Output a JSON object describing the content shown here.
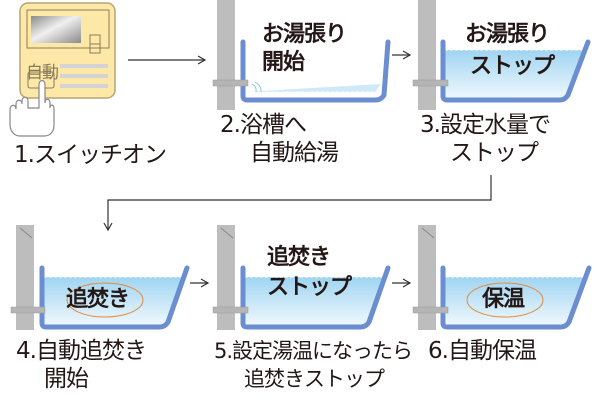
{
  "colors": {
    "tub_outline": "#6b8ed1",
    "water_top": "#9fd4f2",
    "water_bottom": "#eaf6fd",
    "wall": "#bdbdbd",
    "pipe": "#b5b5b5",
    "panel": "#fde8a8",
    "panel_border": "#b9a473",
    "arrow": "#333333",
    "circulation": "#e58a3a",
    "text": "#231815"
  },
  "panel": {
    "button_label": "自動"
  },
  "steps": [
    {
      "number": "1.",
      "caption_lines": [
        "1.スイッチオン"
      ],
      "inner_lines": []
    },
    {
      "number": "2.",
      "caption_lines": [
        "2.浴槽へ",
        "自動給湯"
      ],
      "inner_lines": [
        "お湯張り",
        "開始"
      ]
    },
    {
      "number": "3.",
      "caption_lines": [
        "3.設定水量で",
        "ストップ"
      ],
      "inner_lines": [
        "お湯張り",
        "ストップ"
      ]
    },
    {
      "number": "4.",
      "caption_lines": [
        "4.自動追焚き",
        "開始"
      ],
      "inner_lines": [
        "追焚き"
      ]
    },
    {
      "number": "5.",
      "caption_lines": [
        "5.設定湯温になったら",
        "追焚きストップ"
      ],
      "inner_lines": [
        "追焚き",
        "ストップ"
      ]
    },
    {
      "number": "6.",
      "caption_lines": [
        "6.自動保温"
      ],
      "inner_lines": [
        "保温"
      ]
    }
  ]
}
